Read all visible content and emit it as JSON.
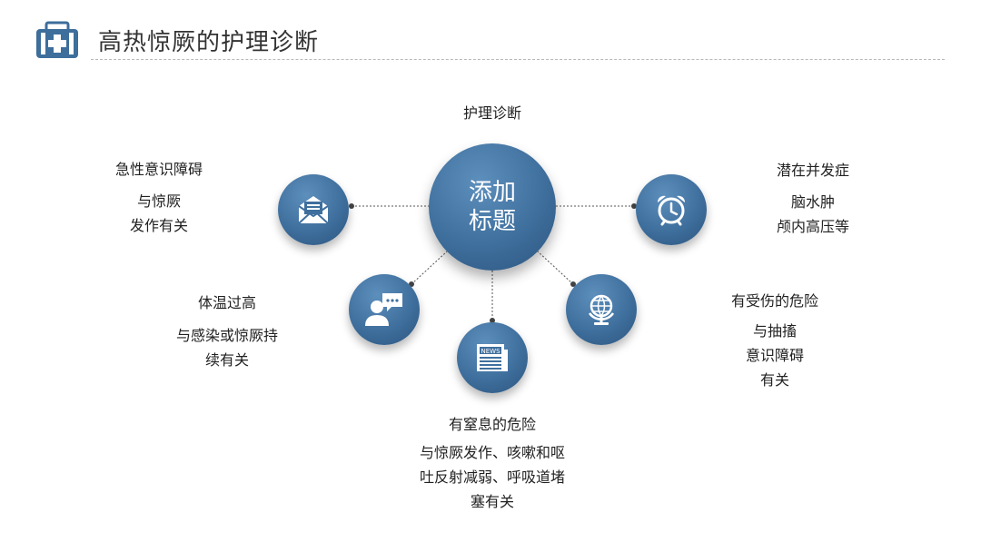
{
  "header": {
    "title": "高热惊厥的护理诊断",
    "icon": "medical-kit-icon"
  },
  "diagram": {
    "center_title": "添加\n标题",
    "top_label": "护理诊断",
    "nodes": [
      {
        "id": "upper-left",
        "icon": "envelope-icon",
        "heading": "急性意识障碍",
        "body": [
          "与惊厥",
          "发作有关"
        ]
      },
      {
        "id": "upper-right",
        "icon": "alarm-clock-icon",
        "heading": "潜在并发症",
        "body": [
          "脑水肿",
          "颅内高压等"
        ]
      },
      {
        "id": "lower-left",
        "icon": "person-chat-icon",
        "heading": "体温过高",
        "body": [
          "与感染或惊厥持",
          "续有关"
        ]
      },
      {
        "id": "bottom",
        "icon": "newspaper-icon",
        "heading": "有窒息的危险",
        "body": [
          "与惊厥发作、咳嗽和呕",
          "吐反射减弱、呼吸道堵",
          "塞有关"
        ]
      },
      {
        "id": "lower-right",
        "icon": "globe-icon",
        "heading": "有受伤的危险",
        "body": [
          "与抽搐",
          "意识障碍",
          "有关"
        ]
      }
    ]
  },
  "colors": {
    "node": "#3f6f9d",
    "node_dark": "#2c547e",
    "connector": "#555555",
    "header_icon": "#3d6e9c"
  }
}
